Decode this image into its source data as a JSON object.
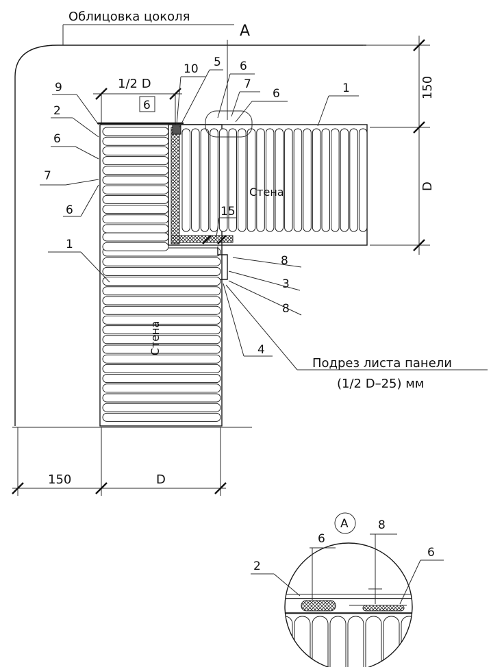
{
  "labels": {
    "facing": "Облицовка цоколя",
    "section_a": "A",
    "half_d": "1/2 D",
    "cut_line1": "Подрез листа панели",
    "cut_line2": "(1/2 D–25) мм",
    "wall": "Стена",
    "dim_150_top": "150",
    "dim_d_right": "D",
    "dim_150_bottom": "150",
    "dim_d_bottom": "D",
    "n9": "9",
    "n2": "2",
    "n6a": "6",
    "n7a": "7",
    "n6b": "6",
    "n10": "10",
    "n5": "5",
    "n6box": "6",
    "n6c": "6",
    "n7b": "7",
    "n6d": "6",
    "n1a": "1",
    "n15": "15",
    "n8a": "8",
    "n3": "3",
    "n8b": "8",
    "n1b": "1",
    "n4": "4",
    "detail_a": "A",
    "d2": "2",
    "d6a": "6",
    "d8": "8",
    "d6b": "6"
  }
}
